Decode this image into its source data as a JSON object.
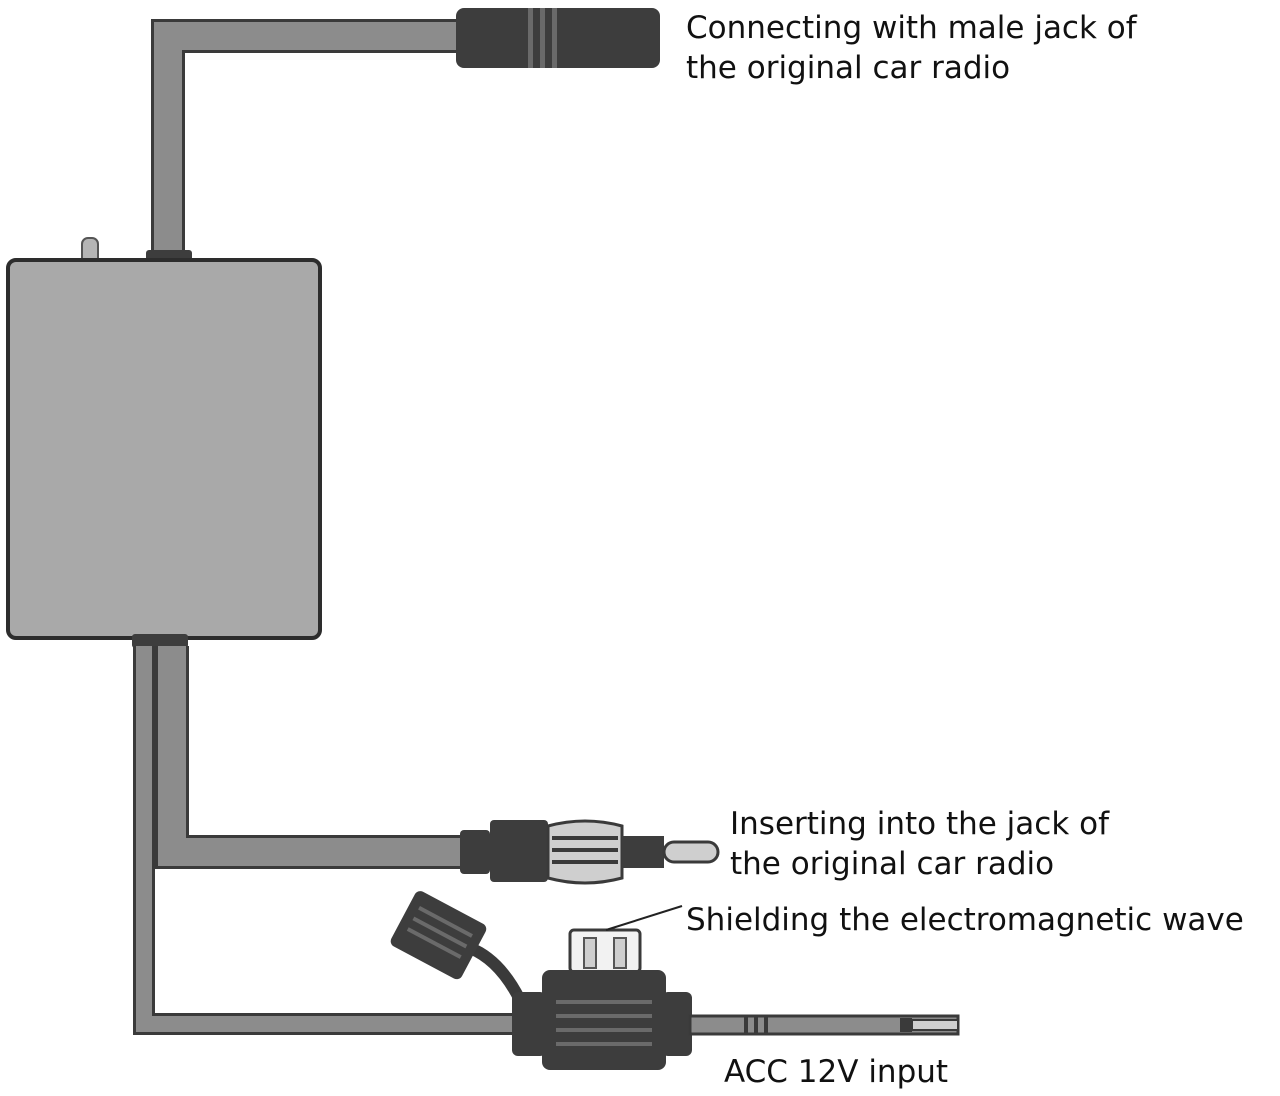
{
  "labels": {
    "top_line1": "Connecting with male jack of",
    "top_line2": "the original car radio",
    "mid_line1": "Inserting into the jack of",
    "mid_line2": "the original car radio",
    "shield": "Shielding the electromagnetic wave",
    "acc": "ACC 12V input"
  },
  "colors": {
    "cable": "#8c8c8c",
    "cable_edge": "#3a3a3a",
    "box": "#a9a9a9",
    "connector_dark": "#3d3d3d",
    "metal": "#cfcfcf",
    "background": "#ffffff"
  }
}
